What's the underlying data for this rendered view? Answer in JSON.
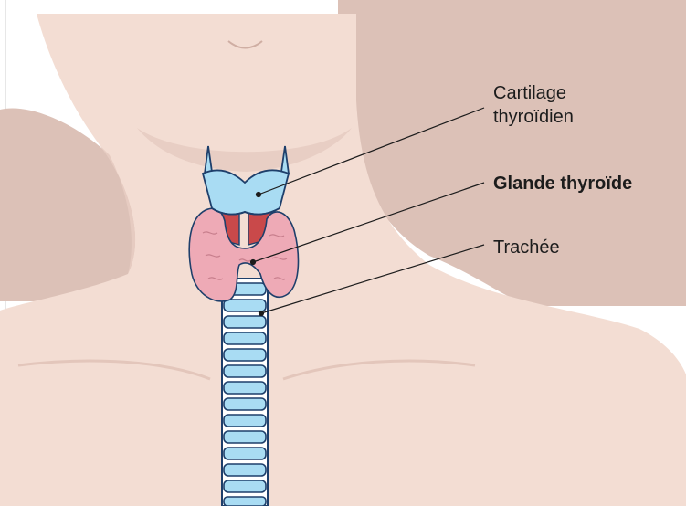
{
  "labels": {
    "cartilage_line1": "Cartilage",
    "cartilage_line2": "thyroïdien",
    "glande": "Glande thyroïde",
    "trachee": "Trachée"
  },
  "colors": {
    "skin_light": "#f3ddd3",
    "skin_shadow": "#dcc1b7",
    "cartilage_blue": "#a9dcf3",
    "cartilage_outline": "#1e3f6b",
    "thyroid_pink": "#eeaab6",
    "muscle_red": "#c9494a"
  }
}
